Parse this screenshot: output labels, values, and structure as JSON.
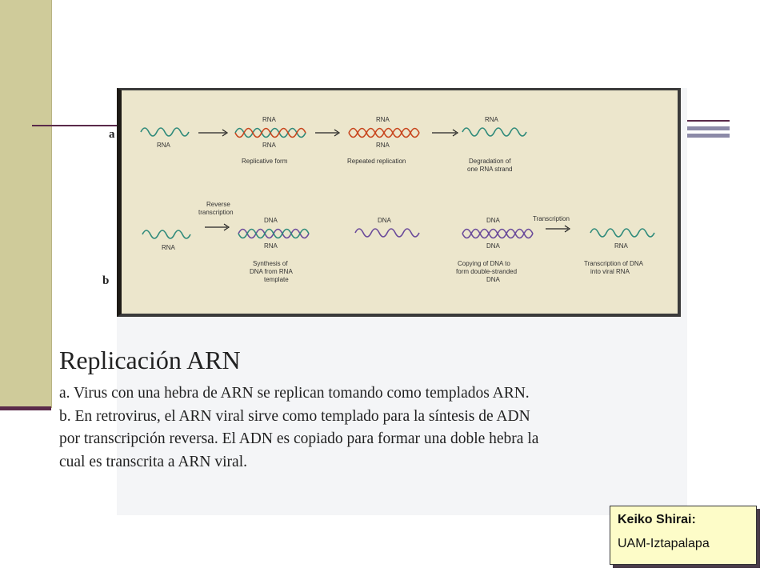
{
  "diagram": {
    "row_a": {
      "letter": "a",
      "step1": {
        "label": "RNA"
      },
      "step2": {
        "top": "RNA",
        "bottom": "RNA",
        "caption": "Replicative form"
      },
      "step3": {
        "top": "RNA",
        "bottom": "RNA",
        "caption": "Repeated replication"
      },
      "step4": {
        "top": "RNA",
        "caption_line1": "Degradation of",
        "caption_line2": "one RNA strand"
      }
    },
    "row_b": {
      "letter": "b",
      "step1": {
        "label": "RNA",
        "arrow_line1": "Reverse",
        "arrow_line2": "transcription"
      },
      "step2": {
        "top": "DNA",
        "bottom": "RNA",
        "caption_line1": "Synthesis of",
        "caption_line2": "DNA from RNA",
        "caption_line3": "template"
      },
      "step3": {
        "top": "DNA"
      },
      "step4": {
        "top": "DNA",
        "bottom": "DNA",
        "caption_line1": "Copying of DNA to",
        "caption_line2": "form double-stranded",
        "caption_line3": "DNA"
      },
      "step5": {
        "arrow_label": "Transcription",
        "label": "RNA",
        "caption_line1": "Transcription of DNA",
        "caption_line2": "into viral RNA"
      }
    },
    "colors": {
      "rna_strand": "#2e8a7a",
      "dna_strand": "#6a4a9a",
      "new_rna_strand": "#c8461e"
    }
  },
  "slide": {
    "title": "Replicación ARN",
    "caption_lines": [
      "a. Virus con una hebra de ARN se replican tomando como templados ARN.",
      "b. En retrovirus, el ARN viral sirve como templado para la síntesis de ADN",
      "por transcripción reversa. El ADN es copiado para formar una doble hebra la",
      "cual es transcrita a ARN viral."
    ]
  },
  "credit": {
    "name": "Keiko Shirai:",
    "affiliation": "UAM-Iztapalapa"
  }
}
